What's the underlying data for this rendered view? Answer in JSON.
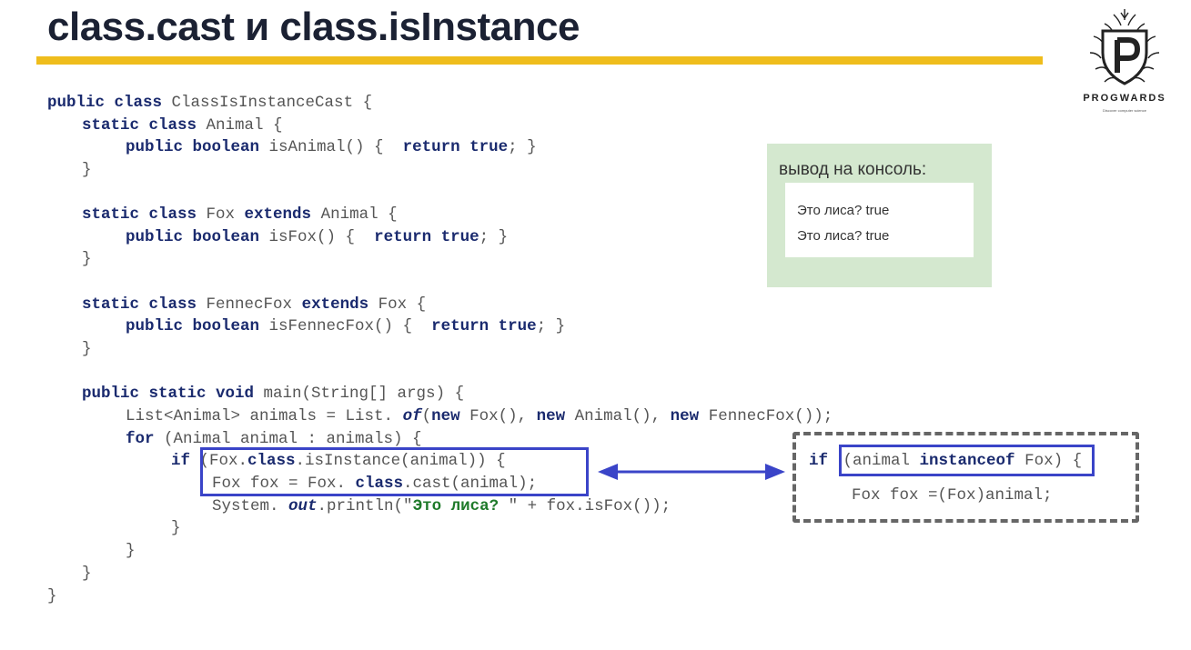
{
  "slide": {
    "title": "class.cast и class.isInstance",
    "logo": {
      "brand": "PROGWARDS",
      "tagline": "Discover computer science"
    }
  },
  "code": {
    "lines": [
      [
        "public class",
        " ClassIsInstanceCast {"
      ],
      [
        "static class",
        " Animal {"
      ],
      [
        "public boolean",
        " isAnimal() {  ",
        "return true",
        "; }"
      ],
      [
        "}"
      ],
      [
        "static class",
        " Fox ",
        "extends",
        " Animal {"
      ],
      [
        "public boolean",
        " isFox() {  ",
        "return true",
        "; }"
      ],
      [
        "}"
      ],
      [
        "static class",
        " FennecFox ",
        "extends",
        " Fox {"
      ],
      [
        "public boolean",
        " isFennecFox() {  ",
        "return true",
        "; }"
      ],
      [
        "}"
      ],
      [
        "public static void",
        " main(String[] args) {"
      ],
      [
        "List<Animal> animals = List. ",
        "of",
        "(",
        "new",
        " Fox(), ",
        "new",
        " Animal(), ",
        "new",
        " FennecFox());"
      ],
      [
        "for",
        " (Animal animal : animals) {"
      ],
      [
        "if",
        " (Fox.",
        "class",
        ".isInstance(animal)) {"
      ],
      [
        "Fox fox = Fox. ",
        "class",
        ".cast(animal);"
      ],
      [
        "System. ",
        "out",
        ".println(\"",
        "Это лиса? ",
        "\" + fox.isFox());"
      ],
      [
        "}"
      ],
      [
        "}"
      ],
      [
        "}"
      ],
      [
        "}"
      ]
    ]
  },
  "console": {
    "title": "вывод на консоль:",
    "output": [
      "Это лиса? true",
      "Это лиса? true"
    ]
  },
  "alternative": {
    "line1": [
      "if",
      "(animal ",
      "instanceof",
      " Fox)",
      " {"
    ],
    "line2": "Fox fox =(Fox)animal;"
  },
  "colors": {
    "accent_bar": "#efbd1c",
    "highlight": "#3a44c8",
    "console_bg": "#d4e8cf",
    "keyword": "#1a2a6e",
    "string": "#1f7a2a"
  }
}
